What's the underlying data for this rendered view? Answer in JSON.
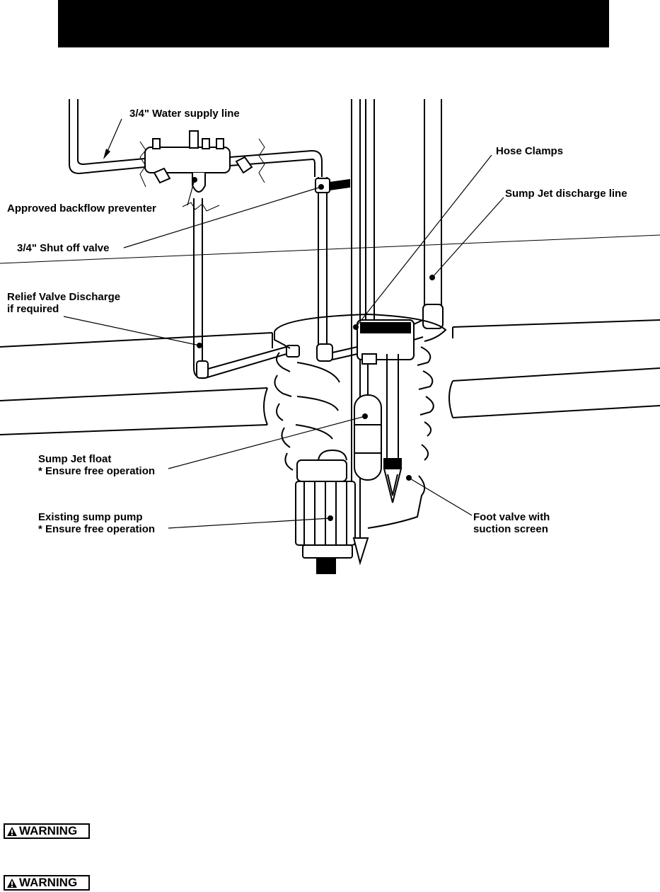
{
  "labels": {
    "water_supply": "3/4\" Water supply line",
    "hose_clamps": "Hose Clamps",
    "sump_discharge": "Sump Jet discharge line",
    "backflow": "Approved backflow preventer",
    "shut_off": "3/4\" Shut off valve",
    "relief_line1": "Relief Valve Discharge",
    "relief_line2": "if required",
    "float_line1": "Sump Jet float",
    "float_line2": "* Ensure free operation",
    "pump_line1": "Existing sump pump",
    "pump_line2": "* Ensure free operation",
    "foot_line1": "Foot valve with",
    "foot_line2": "suction screen"
  },
  "warnings": [
    "WARNING",
    "WARNING"
  ],
  "colors": {
    "header": "#000000",
    "ink": "#000000",
    "pipe_fill": "#ffffff"
  }
}
